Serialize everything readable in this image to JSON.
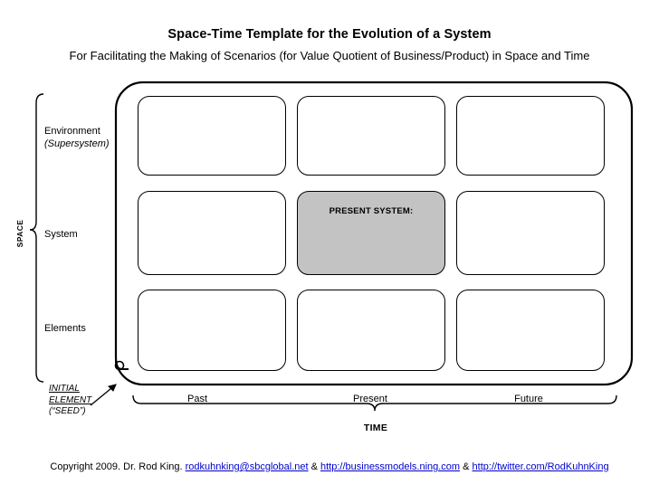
{
  "header": {
    "title": "Space-Time Template for the Evolution of a System",
    "subtitle": "For Facilitating the Making of Scenarios (for Value Quotient of Business/Product) in Space and Time"
  },
  "axes": {
    "vertical_label": "SPACE",
    "horizontal_label": "TIME",
    "rows": [
      {
        "label": "Environment",
        "sublabel": "(Supersystem)"
      },
      {
        "label": "System",
        "sublabel": ""
      },
      {
        "label": "Elements",
        "sublabel": ""
      }
    ],
    "columns": [
      {
        "label": "Past"
      },
      {
        "label": "Present"
      },
      {
        "label": "Future"
      }
    ]
  },
  "grid": {
    "present_cell_label": "PRESENT SYSTEM:",
    "cells": [
      {
        "row": "Environment",
        "column": "Past",
        "text": ""
      },
      {
        "row": "Environment",
        "column": "Present",
        "text": ""
      },
      {
        "row": "Environment",
        "column": "Future",
        "text": ""
      },
      {
        "row": "System",
        "column": "Past",
        "text": ""
      },
      {
        "row": "System",
        "column": "Present",
        "text": "PRESENT SYSTEM:"
      },
      {
        "row": "System",
        "column": "Future",
        "text": ""
      },
      {
        "row": "Elements",
        "column": "Past",
        "text": ""
      },
      {
        "row": "Elements",
        "column": "Present",
        "text": ""
      },
      {
        "row": "Elements",
        "column": "Future",
        "text": ""
      }
    ]
  },
  "annotations": {
    "seed_line1": "INITIAL",
    "seed_line2": "ELEMENT",
    "seed_line3": "(“SEED”)"
  },
  "footer": {
    "copyright": "Copyright 2009. Dr. Rod King. ",
    "email": "rodkuhnking@sbcglobal.net",
    "sep1": " & ",
    "link1": "http://businessmodels.ning.com",
    "sep2": " & ",
    "link2": "http://twitter.com/RodKuhnKing"
  },
  "colors": {
    "present_cell_fill": "#c3c3c3",
    "link": "#0000cc",
    "stroke": "#000000"
  }
}
